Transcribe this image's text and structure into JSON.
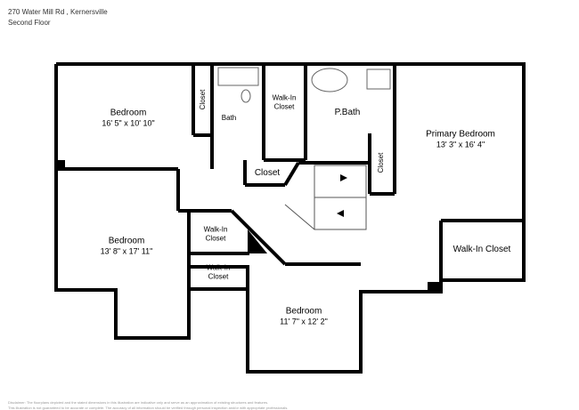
{
  "header": {
    "address": "270 Water Mill Rd , Kernersville",
    "floor": "Second Floor"
  },
  "rooms": [
    {
      "name": "Bedroom",
      "dims": "16' 5\" x 10' 10\""
    },
    {
      "name": "Closet",
      "dims": ""
    },
    {
      "name": "Bath",
      "dims": ""
    },
    {
      "name": "Walk-In Closet",
      "dims": ""
    },
    {
      "name": "P.Bath",
      "dims": ""
    },
    {
      "name": "Primary Bedroom",
      "dims": "13' 3\" x 16' 4\""
    },
    {
      "name": "Closet",
      "dims": ""
    },
    {
      "name": "Closet",
      "dims": ""
    },
    {
      "name": "Bedroom",
      "dims": "13' 8\" x 17' 11\""
    },
    {
      "name": "Walk-In Closet",
      "dims": ""
    },
    {
      "name": "Walk-In Closet",
      "dims": ""
    },
    {
      "name": "Walk-In Closet",
      "dims": ""
    },
    {
      "name": "Bedroom",
      "dims": "11' 7\" x 12' 2\""
    }
  ],
  "disclaimer": {
    "line1": "Disclaimer: The floorplans depicted and the stated dimensions in this illustration are indicative only and serve as an approximation of existing structures and features.",
    "line2": "This illustration is not guaranteed to be accurate or complete. The accuracy of all information should be verified through personal inspection and/or with appropriate professionals."
  }
}
